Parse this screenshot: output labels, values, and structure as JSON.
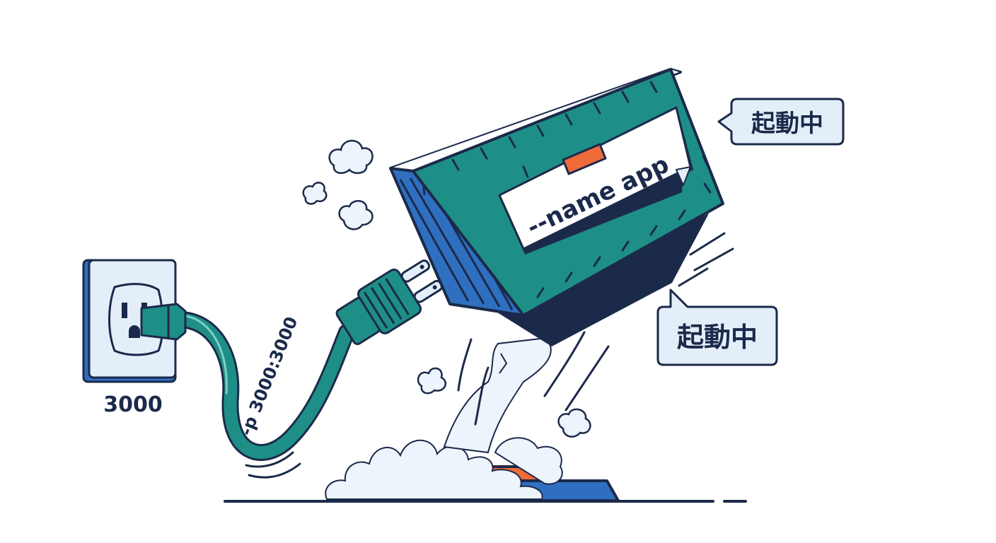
{
  "labels": {
    "container_name": "--name app",
    "port_mapping": "-p 3000:3000",
    "host_port": "3000",
    "status_top": "起動中",
    "status_bottom": "起動中"
  },
  "colors": {
    "navy": "#1b2a4a",
    "teal": "#1e8f86",
    "teal_dark": "#16756e",
    "blue": "#2f6fc0",
    "orange": "#ef6b3a",
    "pale_blue": "#e3eef9",
    "cloud": "#eef4fb"
  },
  "icons": [
    "wall-outlet-icon",
    "power-plug-icon",
    "shipping-container-icon",
    "smoke-cloud-icon",
    "launch-pad-icon",
    "speech-bubble-icon"
  ]
}
